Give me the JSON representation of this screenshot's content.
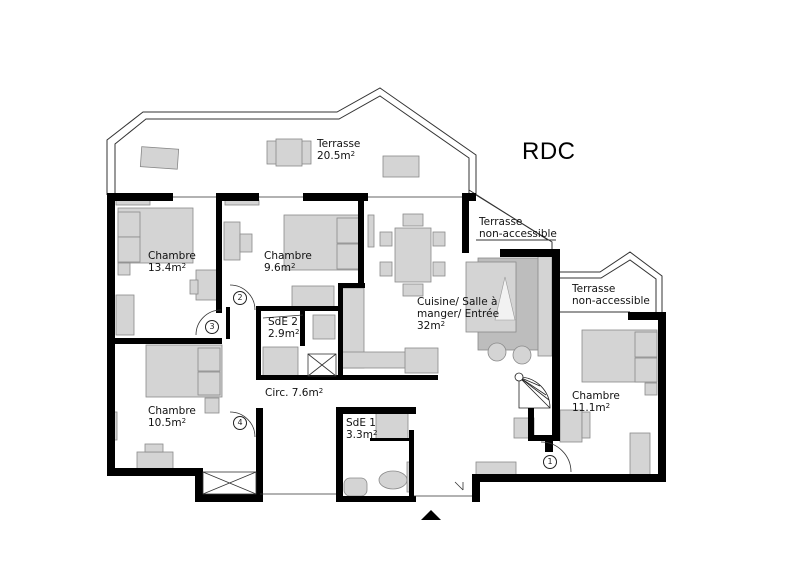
{
  "plan": {
    "level_title": "RDC",
    "entrance_marker": "north-entrance-arrow",
    "rooms": [
      {
        "id": "terrasse",
        "name": "Terrasse",
        "area": "20.5m",
        "unit_sup": "2"
      },
      {
        "id": "chambre1",
        "name": "Chambre",
        "area": "13.4m",
        "unit_sup": "2"
      },
      {
        "id": "chambre2",
        "name": "Chambre",
        "area": "9.6m",
        "unit_sup": "2"
      },
      {
        "id": "cuisine",
        "name": "Cuisine/ Salle à",
        "name2": "manger/ Entrée",
        "area": "32m",
        "unit_sup": "2"
      },
      {
        "id": "terrasse_na1",
        "name": "Terrasse",
        "name2": "non-accessible"
      },
      {
        "id": "terrasse_na2",
        "name": "Terrasse",
        "name2": "non-accessible"
      },
      {
        "id": "sde2",
        "name": "SdE 2",
        "area": "2.9m",
        "unit_sup": "2"
      },
      {
        "id": "circ",
        "name": "Circ. 7.6m",
        "unit_sup": "2"
      },
      {
        "id": "sde1",
        "name": "SdE 1",
        "area": "3.3m",
        "unit_sup": "2"
      },
      {
        "id": "chambre3",
        "name": "Chambre",
        "area": "10.5m",
        "unit_sup": "2"
      },
      {
        "id": "chambre4",
        "name": "Chambre",
        "area": "11.1m",
        "unit_sup": "2"
      }
    ],
    "door_numbers": [
      "1",
      "2",
      "3",
      "4"
    ],
    "colors": {
      "wall": "#000000",
      "furniture": "#d4d4d4",
      "furniture_stroke": "#8a8a8a",
      "outline": "#333333",
      "background": "#ffffff"
    }
  }
}
